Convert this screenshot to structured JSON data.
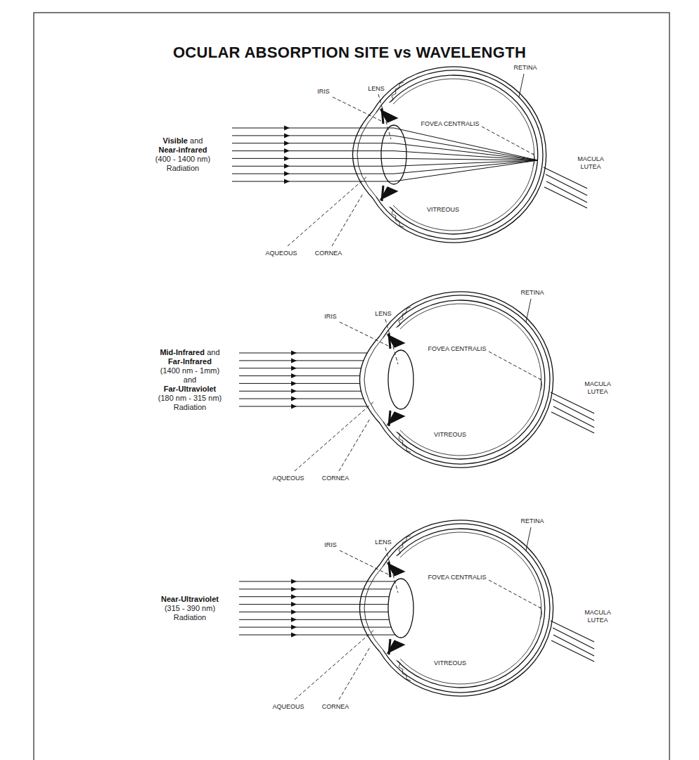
{
  "diagram": {
    "title": "OCULAR ABSORPTION SITE vs WAVELENGTH",
    "labels": [
      "IRIS",
      "LENS",
      "RETINA",
      "FOVEA CENTRALIS",
      "MACULA LUTEA",
      "VITREOUS",
      "AQUEOUS",
      "CORNEA",
      "Visible",
      "and",
      "Near-infrared",
      "(400 - 1400 nm)",
      "Radiation",
      "IRIS",
      "LENS",
      "RETINA",
      "FOVEA CENTRALIS",
      "MACULA LUTEA",
      "VITREOUS",
      "AQUEOUS",
      "CORNEA",
      "Mid-Infrared",
      "and",
      "Far-Infrared",
      "(1400 nm - 1mm)",
      "and",
      "Far-Ultraviolet",
      "(180 nm - 315 nm)",
      "Radiation",
      "IRIS",
      "LENS",
      "RETINA",
      "FOVEA CENTRALIS",
      "MACULA LUTEA",
      "VITREOUS",
      "AQUEOUS",
      "CORNEA",
      "Near-Ultraviolet",
      "(315 - 390 nm)",
      "Radiation"
    ]
  }
}
